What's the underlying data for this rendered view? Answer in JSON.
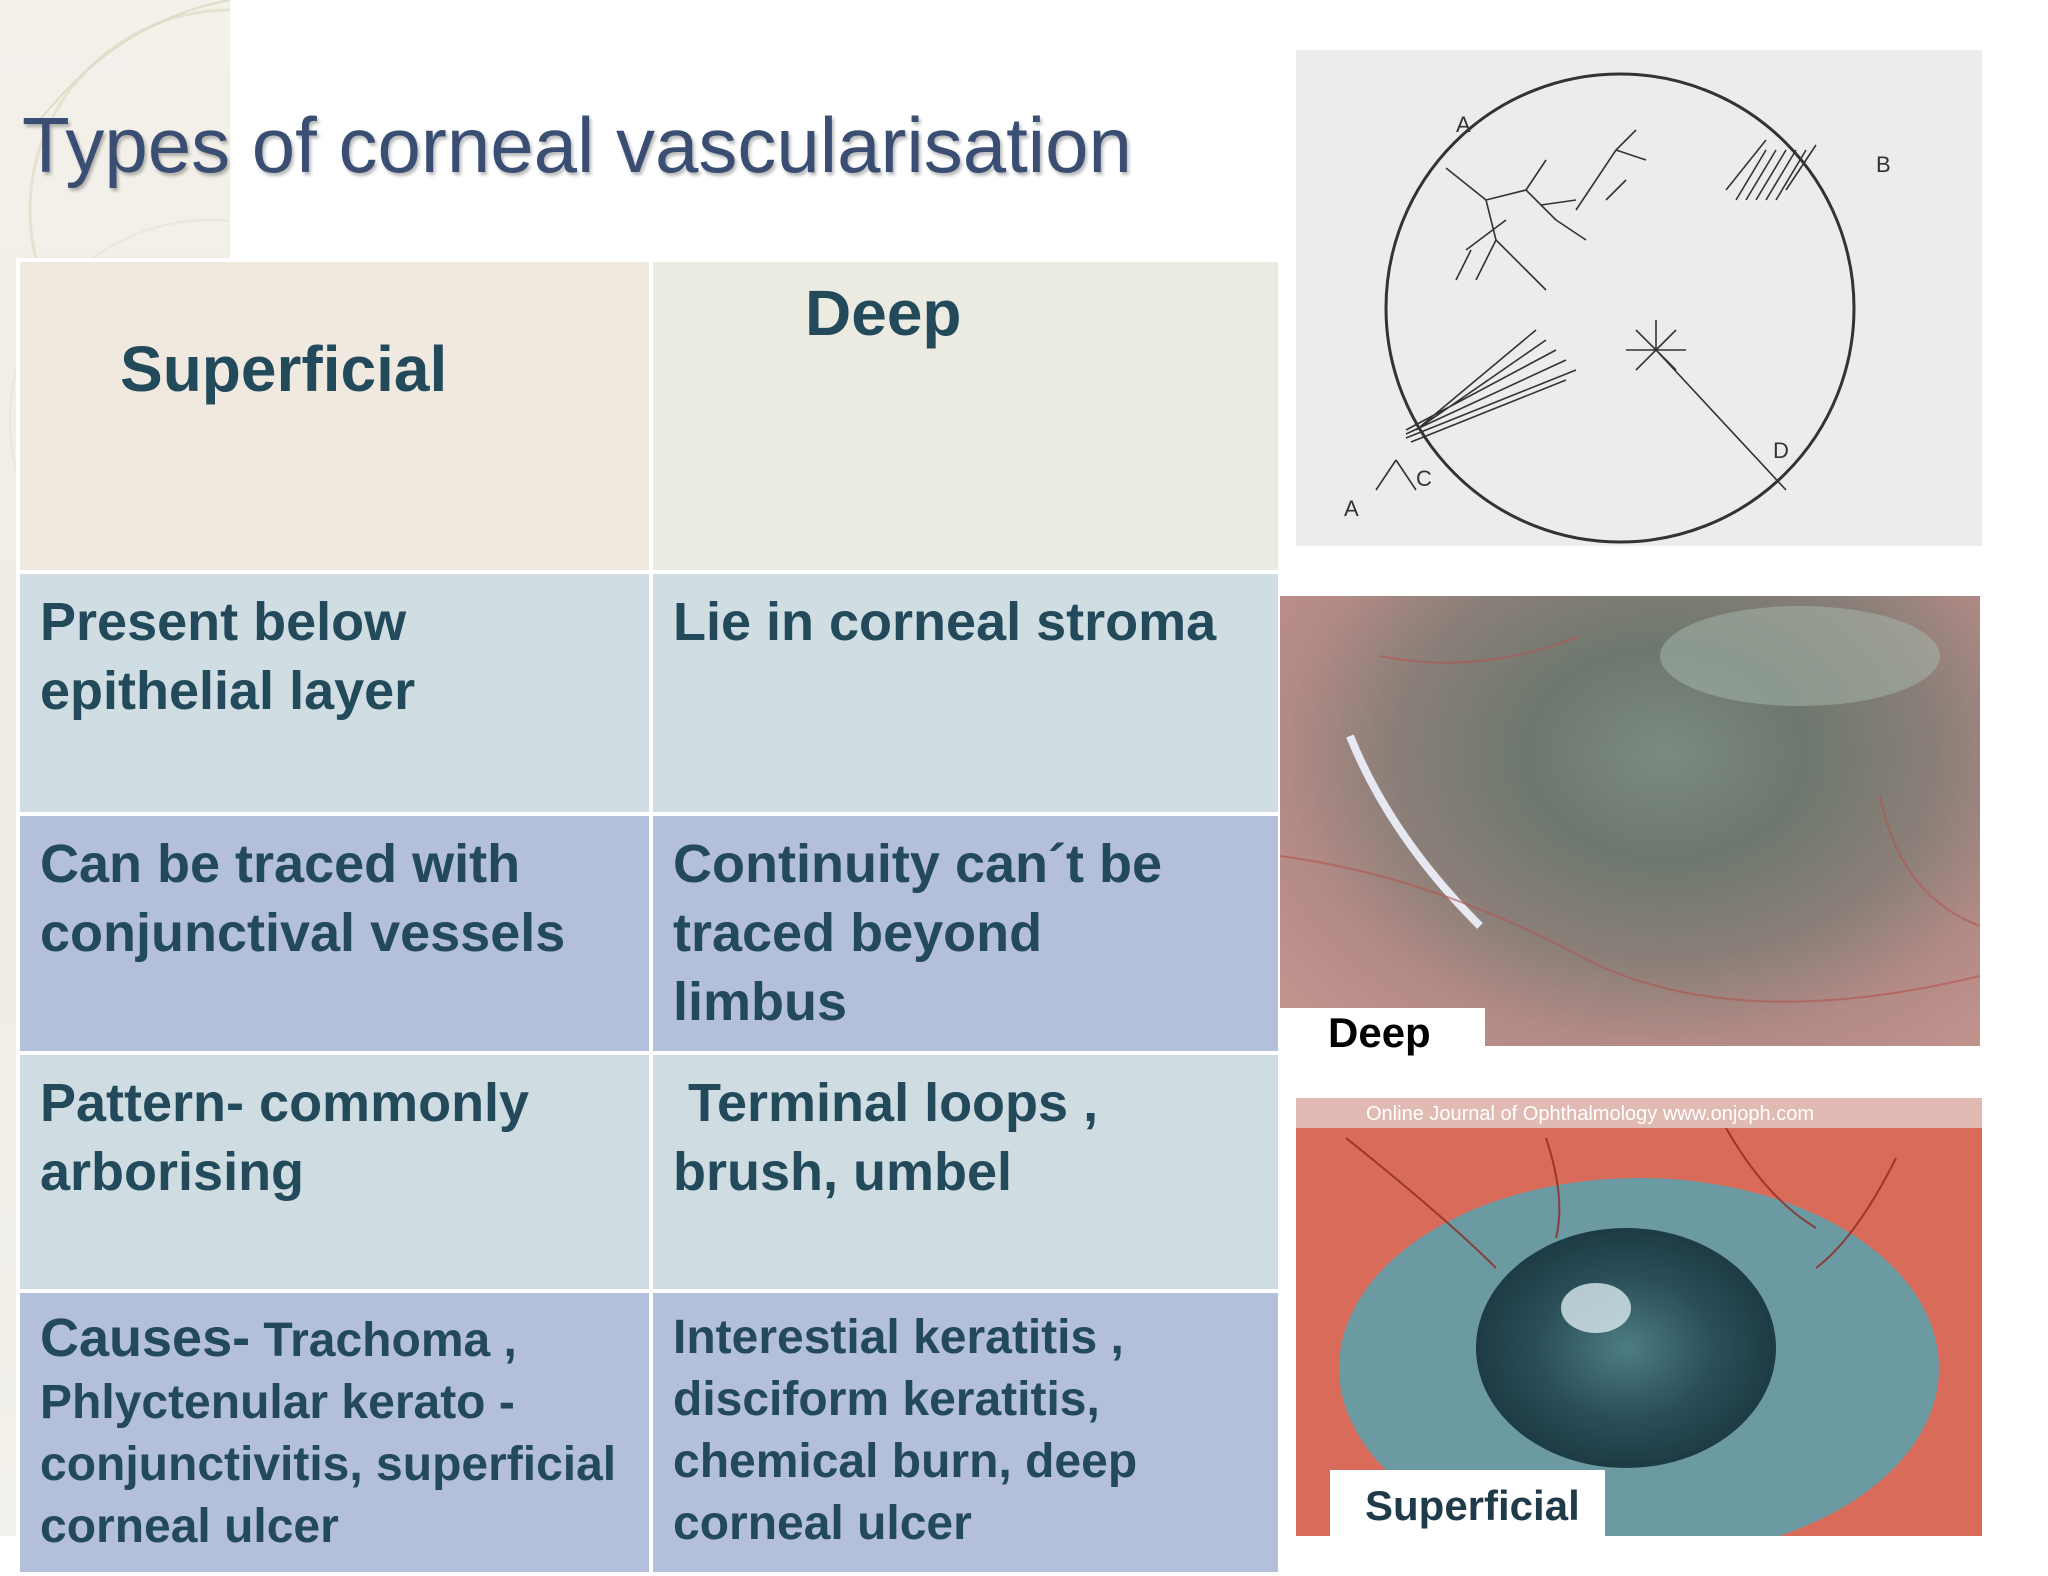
{
  "slide": {
    "title": "Types of corneal vascularisation"
  },
  "table": {
    "headers": [
      "Superficial",
      "Deep"
    ],
    "rows": [
      {
        "superficial": [
          "Present  below",
          "epithelial   layer"
        ],
        "deep": [
          "Lie in corneal stroma"
        ]
      },
      {
        "superficial": [
          "Can be traced with",
          "conjunctival vessels"
        ],
        "deep": [
          "Continuity can´t be",
          "traced beyond",
          "limbus"
        ]
      },
      {
        "superficial": [
          "Pattern- commonly",
          "arborising"
        ],
        "deep": [
          " Terminal loops ,",
          "brush, umbel"
        ]
      },
      {
        "superficial_lead": "Causes-",
        "superficial_rest": " Trachoma ,",
        "superficial": [
          "Phlyctenular kerato -",
          "conjunctivitis, superficial",
          "corneal ulcer"
        ],
        "deep": [
          "Interestial keratitis ,",
          "disciform keratitis,",
          "chemical burn, deep",
          "corneal ulcer"
        ]
      }
    ]
  },
  "figures": {
    "diagram_labels": [
      "A",
      "B",
      "C",
      "D",
      "A"
    ],
    "deep_caption": "Deep",
    "superficial_caption": "Superficial",
    "watermark": "Online Journal of Ophthalmology  www.onjoph.com"
  },
  "colors": {
    "title": "#3a4e73",
    "header_bg": "#efe9df",
    "row_light": "#d0dde2",
    "row_dark": "#b4bfdc",
    "cell_text": "#234a5a"
  }
}
